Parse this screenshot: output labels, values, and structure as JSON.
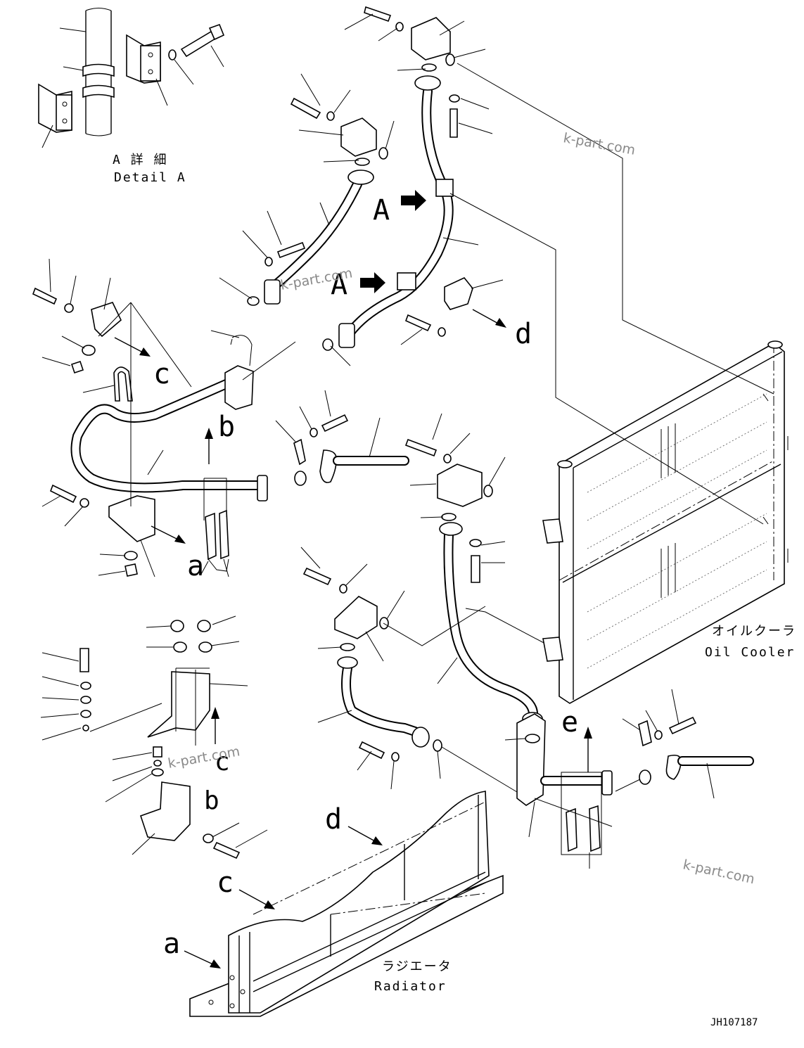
{
  "labels": {
    "detail_a_jp": "A 詳 細",
    "detail_a_en": "Detail A",
    "oil_cooler_jp": "オイルクーラ",
    "oil_cooler_en": "Oil Cooler",
    "radiator_jp": "ラジエータ",
    "radiator_en": "Radiator",
    "drawing_code": "JH107187"
  },
  "callouts": {
    "A_upper": "A",
    "A_lower": "A",
    "a_left": "a",
    "a_bottom": "a",
    "b_upper": "b",
    "b_lower": "b",
    "c_upper": "c",
    "c_lower": "c",
    "c_bottom": "c",
    "d_right": "d",
    "d_bottom": "d",
    "e": "e"
  },
  "watermark": "k-part.com"
}
